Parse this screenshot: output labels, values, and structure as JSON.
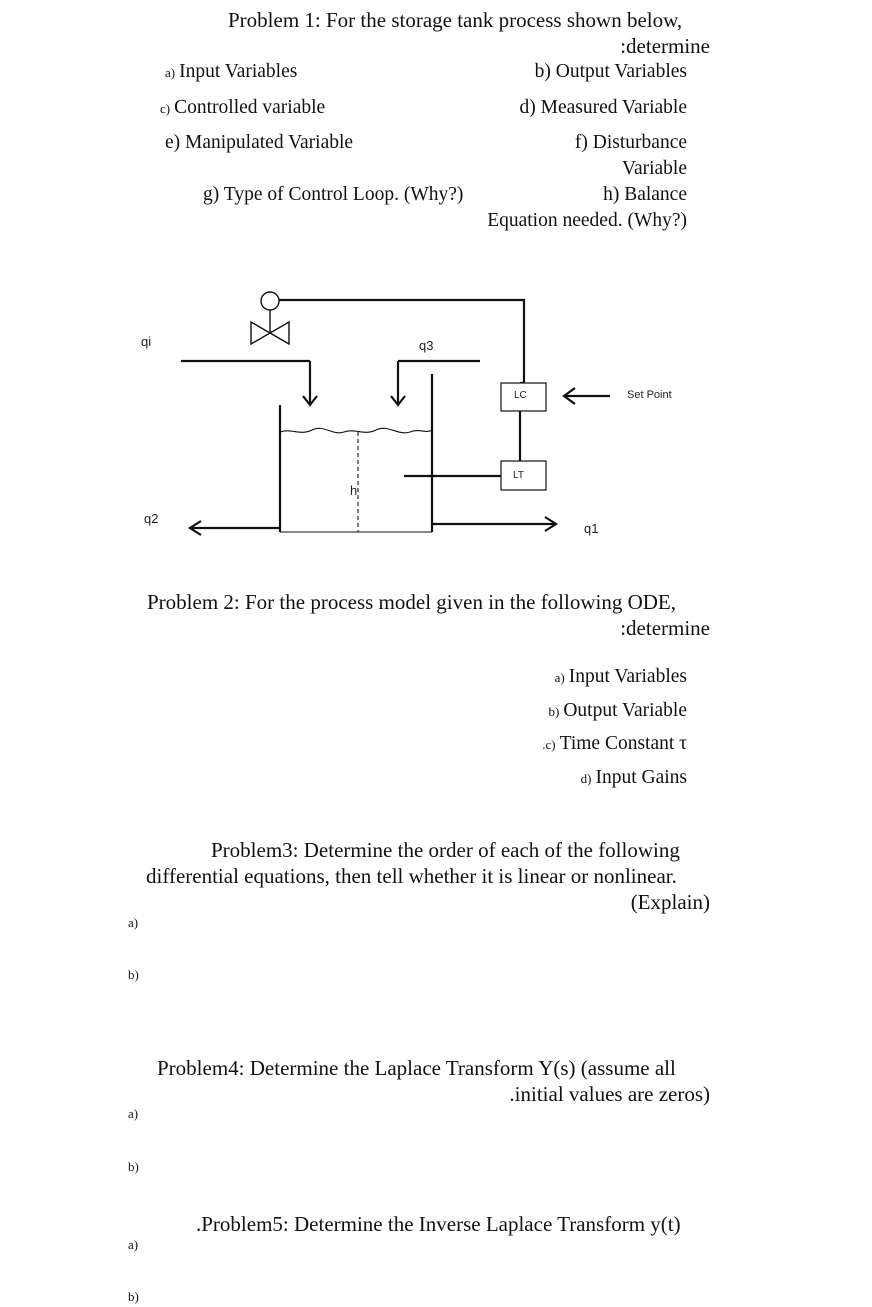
{
  "problem1": {
    "title_line1": "Problem 1: For the storage tank process shown below,",
    "title_line2": ":determine",
    "items": {
      "a_prefix": "a)",
      "a_text": "Input Variables",
      "b_text": "b) Output Variables",
      "c_prefix": "c)",
      "c_text": "Controlled variable",
      "d_text": "d) Measured Variable",
      "e_text": "e) Manipulated Variable",
      "f_line1": "f) Disturbance",
      "f_line2": "Variable",
      "g_text": "g) Type of Control Loop. (Why?)",
      "h_line1": "h) Balance",
      "h_line2": "Equation needed. (Why?)"
    }
  },
  "diagram": {
    "qi": "qi",
    "q3": "q3",
    "lc": "LC",
    "set_point": "Set Point",
    "lt": "LT",
    "h": "h",
    "q2": "q2",
    "q1": "q1"
  },
  "problem2": {
    "title_line1": "Problem 2: For the process model given in the following ODE,",
    "title_line2": ":determine",
    "a_prefix": "a)",
    "a_text": "Input Variables",
    "b_prefix": "b)",
    "b_text": "Output Variable",
    "c_prefix": ".c)",
    "c_text": "Time Constant τ",
    "d_prefix": "d)",
    "d_text": "Input Gains"
  },
  "problem3": {
    "line1": "Problem3: Determine the order of each of the following",
    "line2": "differential equations, then tell whether it is linear or nonlinear.",
    "line3": "(Explain)",
    "part_a": "a)",
    "part_b": "b)"
  },
  "problem4": {
    "line1": "Problem4: Determine the Laplace Transform Y(s) (assume all",
    "line2": ".initial values are zeros)",
    "part_a": "a)",
    "part_b": "b)"
  },
  "problem5": {
    "line1": ".Problem5: Determine the Inverse Laplace Transform y(t)",
    "part_a": "a)",
    "part_b": "b)"
  }
}
